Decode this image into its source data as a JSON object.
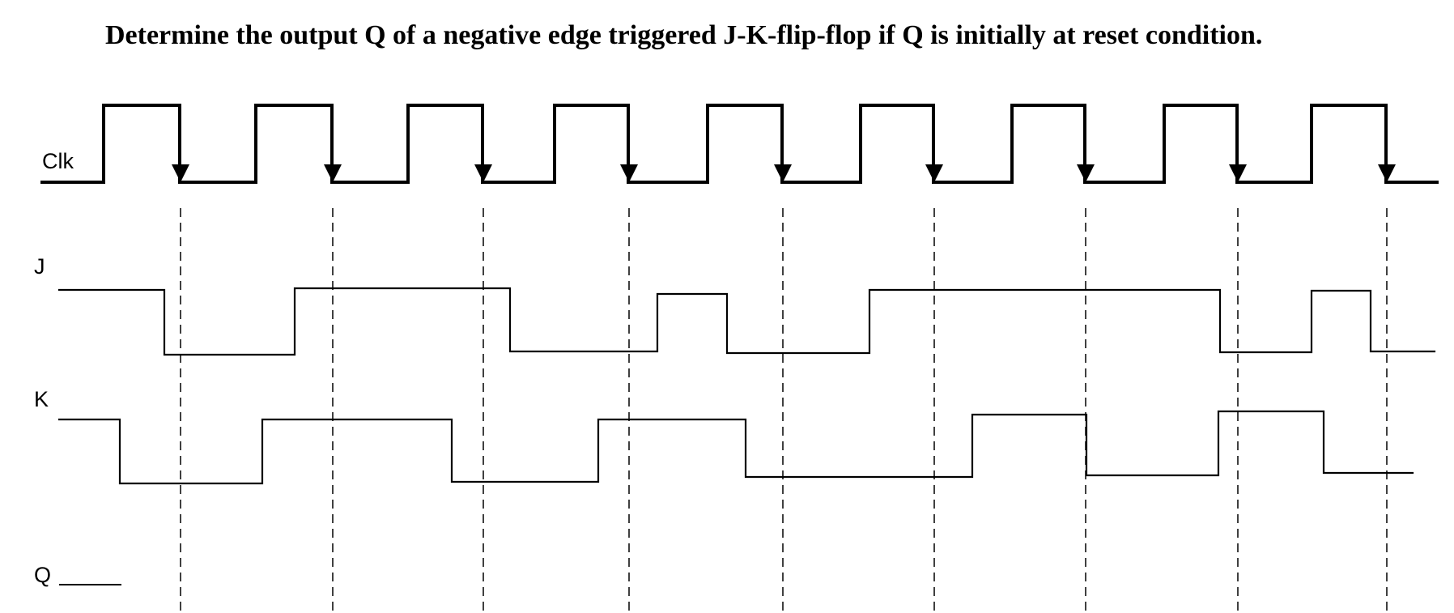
{
  "question": {
    "text": "Determine the output Q of a negative edge triggered J-K-flip-flop if Q is initially at reset condition."
  },
  "signals": {
    "clk": {
      "label": "Clk"
    },
    "j": {
      "label": "J"
    },
    "k": {
      "label": "K"
    },
    "q": {
      "label": "Q"
    }
  },
  "colors": {
    "ink": "#000000",
    "background": "#ffffff"
  },
  "waveforms": {
    "clock_pulses": 9,
    "J_levels_between_transitions": [
      1,
      0,
      1,
      0,
      1,
      0,
      1,
      0,
      1,
      0
    ],
    "K_levels_between_transitions": [
      1,
      0,
      1,
      0,
      1,
      0,
      1,
      0,
      1,
      0
    ],
    "Q_initial": 0
  },
  "arrow_icon": "down-arrow-icon"
}
